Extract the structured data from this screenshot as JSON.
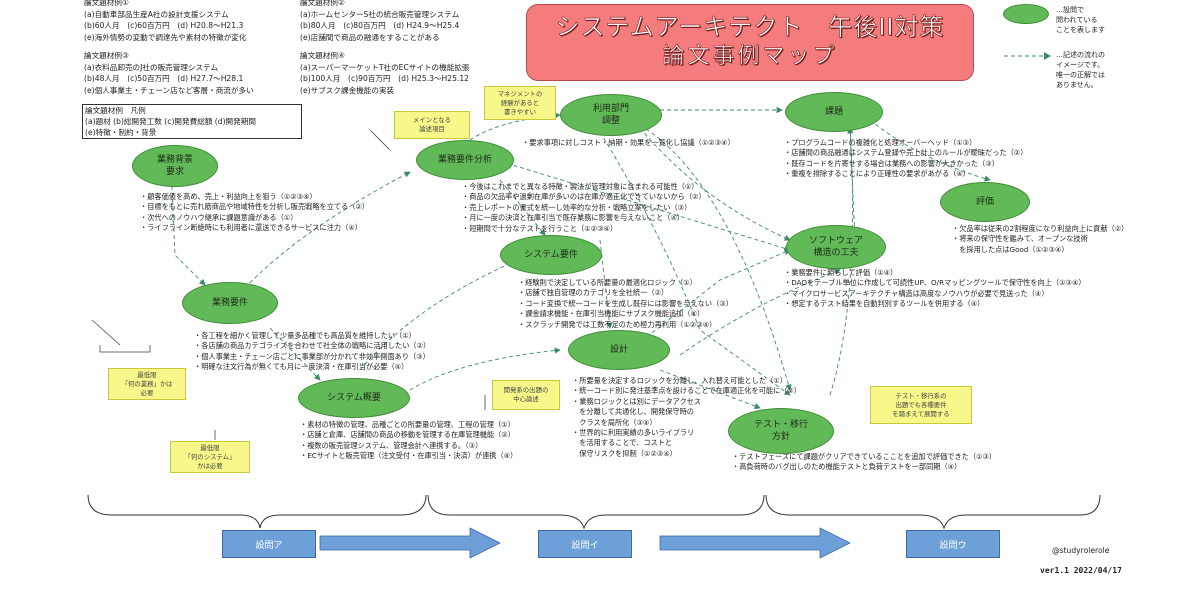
{
  "title": {
    "line1": "システムアーキテクト　午後II対策",
    "line2": "論文事例マップ"
  },
  "themes": [
    {
      "title": "論文題材例①",
      "lines": [
        "(a)自動車部品生産A社の設計支援システム",
        "(b)60人月　(c)60百万円　(d) H20.8～H21.3",
        "(e)海外情勢の変動で調達先や素材の特徴が変化"
      ]
    },
    {
      "title": "論文題材例②",
      "lines": [
        "(a)ホームセンターS社の統合販売管理システム",
        "(b)80人月　(c)80百万円　(d) H24.9～H25.4",
        "(e)店舗間で商品の融通をすることがある"
      ]
    },
    {
      "title": "論文題材例③",
      "lines": [
        "(a)衣料品卸売のJ社の販売管理システム",
        "(b)48人月　(c)50百万円　(d) H27.7～H28.1",
        "(e)個人事業主・チェーン店など客層・商流が多い"
      ]
    },
    {
      "title": "論文題材例④",
      "lines": [
        "(a)スーパーマーケットT社のECサイトの機能拡張",
        "(b)100人月　(c)90百万円　(d) H25.3～H25.12",
        "(e)サブスク課金機能の実装"
      ]
    }
  ],
  "legend_box": {
    "title": "論文題材例　凡例",
    "line1": "(a)題材 (b)総開発工数 (c)開発費総額 (d)開発期間",
    "line2": "(e)特徴・制約・背景"
  },
  "key": {
    "oval_text": [
      "…設問で",
      "問われている",
      "ことを表します"
    ],
    "arrow_text": [
      "…記述の流れの",
      "イメージです。",
      "唯一の正解では",
      "ありません。"
    ]
  },
  "nodes": {
    "gyomu_haikei": "業務背景\n要求",
    "gyomu_youken_bunseki": "業務要件分析",
    "riyou_bumon": "利用部門\n調整",
    "kadai": "課題",
    "hyouka": "評価",
    "gyomu_youken": "業務要件",
    "system_youken": "システム要件",
    "software_kufu": "ソフトウェア\n構造の工夫",
    "sekkei": "設計",
    "system_gaiyou": "システム概要",
    "test_ikou": "テスト・移行\n方針"
  },
  "notes": {
    "management": "マネジメントの\n経験があると\n書きやすい",
    "main_theme": "メインとなる\n論述項目",
    "minimum_business": "最低限\n「何の業務」かは\n必要",
    "minimum_system": "最低限\n「何のシステム」\nかは必要",
    "dev_focus": "開発系の出題の\n中心論述",
    "test_focus": "テスト・移行系の\n出題でも各種要件\nを踏まえて展開する"
  },
  "bullets": {
    "gyomu_haikei": [
      "・顧客価値を高め、売上・利益向上を狙う（①②③④）",
      "・目標をもとに売れ筋商品や地域特性を分析し販売戦略を立てる（②）",
      "・次代へのノウハウ継承に課題意識がある（①）",
      "・ライフライン断絶時にも利用者に還送できるサービスに注力（④）"
    ],
    "riyou_bumon": [
      "・要求事項に対しコスト・納期・効果を一覧化し協議（①②③④）"
    ],
    "bunseki": [
      "・今後はこれまでと異なる特徴・製法が管理対象に含まれる可能性（①）",
      "・商品の欠品率や過剰在庫が多いのは在庫が適正化できていないから（②）",
      "・売上レポートの書式を統一し効率的な分析・戦略立案をしたい（③）",
      "・月に一度の決済と在庫引当で既存業務に影響を与えないこと（④）",
      "・短期間で十分なテストを行うこと（①②③④）"
    ],
    "kadai": [
      "・プログラムコードの複雑化と処理オーバーヘッド（①③）",
      "・店舗間の商品融通はシステム登録や売上計上のルールが曖昧だった（②）",
      "・既存コードを片寄せする場合は業務への影響が大きかった（③）",
      "・重複を排除することにより正確性の要求があがる（④）"
    ],
    "hyouka": [
      "・欠品率は従来の2割程度になり利益向上に貢献（②）",
      "・将来の保守性を鑑みて、オープンな技術",
      "　を採用した点はGood（①②③④）"
    ],
    "system_youken": [
      "・経験則で決定している所要量の最適化ロジック（①）",
      "・店舗で独自管理のカテゴリを全社統一（②）",
      "・コード変換で統一コードを生成し既存には影響を与えない（③）",
      "・課金請求機能・在庫引当機能にサブスク機能追加（④）",
      "・スクラッチ開発では工数不足のため極力再利用（①②③④）"
    ],
    "software": [
      "・業務要件に照らして評価（①④）",
      "・DAOをテーブル単位に作成して可読性UP、O/Rマッピングツールで保守性を向上（①③④）",
      "・マイクロサービスアーキテクチャ構造は高度なノウハウが必要で見送った（④）",
      "・想定するテスト結果を自動判別するツールを併用する（④）"
    ],
    "gyomu_youken": [
      "・各工程を細かく管理して少量多品種でも高品質を維持したい（①）",
      "・各店舗の商品カテゴライズを合わせて社全体の戦略に活用したい（②）",
      "・個人事業主・チェーン店ごとに事業部が分かれて非効率側面あり（③）",
      "・明確な注文行為が無くても月に一度決済・在庫引当が必要（④）"
    ],
    "sekkei": [
      "・所要量を決定するロジックを分離し、入れ替え可能とした（①）",
      "・統一コード別に発注基準点を設けることで在庫適正化を可能に（②）",
      "・業務ロジックとは別にデータアクセス",
      "　を分離して共通化し、開発保守時の",
      "　クラスを局所化（③④）",
      "・世界的に利用実績の多いライブラリ",
      "　を活用することで、コストと",
      "　保守リスクを抑制（①②③④）"
    ],
    "system_gaiyou": [
      "・素材の特徴の管理、品種ごとの所要量の管理、工程の管理（①）",
      "・店舗と倉庫、店舗間の商品の移動を管理する在庫管理機能（②）",
      "・複数の販売管理システム、管理会計へ連携する。（③）",
      "・ECサイトと販売管理（注文受付・在庫引当・決済）が連携（④）"
    ],
    "test": [
      "・テストフェーズにて課題がクリアできているこことを追加で評価できた（①③）",
      "・高負荷時のバグ出しのため機能テストと負荷テストを一部同期（④）"
    ]
  },
  "sections": [
    "設問ア",
    "設問イ",
    "設問ウ"
  ],
  "footer": {
    "handle": "@studyrolerole",
    "version": "ver1.1 2022/04/17"
  },
  "colors": {
    "oval": "#62b957",
    "note": "#f7f78a",
    "title": "#f57c7c",
    "section": "#6d9fd8",
    "arrow": "#3d8a6a"
  }
}
